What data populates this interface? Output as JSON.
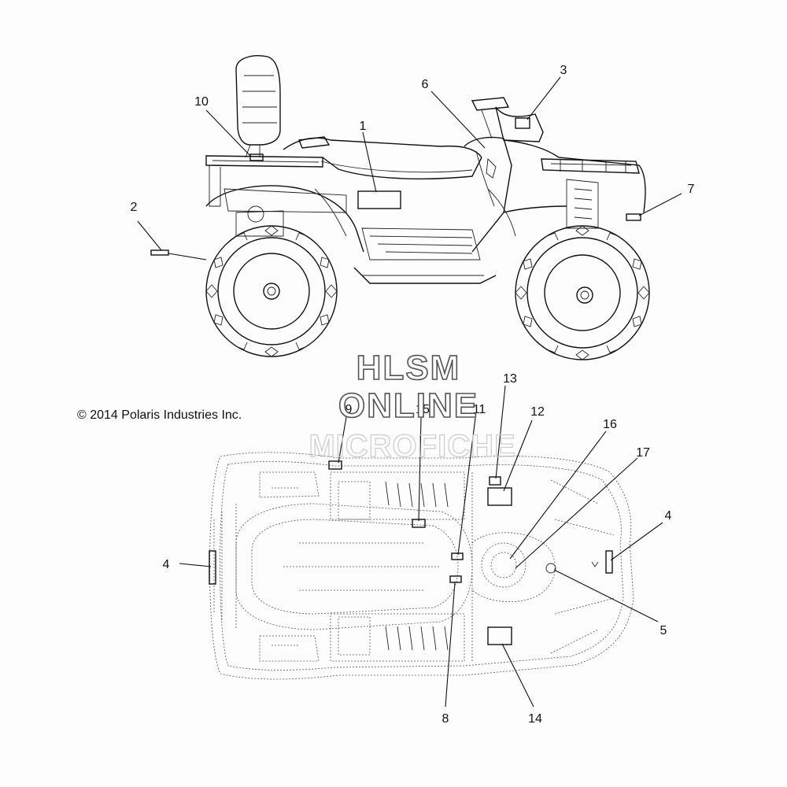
{
  "copyright": "© 2014 Polaris Industries Inc.",
  "watermark": {
    "line1": "HLSM",
    "line2": "ONLINE",
    "line3": "MICROFICHE"
  },
  "callouts": [
    {
      "id": "c1",
      "label": "1"
    },
    {
      "id": "c2",
      "label": "2"
    },
    {
      "id": "c3",
      "label": "3"
    },
    {
      "id": "c6",
      "label": "6"
    },
    {
      "id": "c7",
      "label": "7"
    },
    {
      "id": "c10",
      "label": "10"
    },
    {
      "id": "c9",
      "label": "9"
    },
    {
      "id": "c15",
      "label": "15"
    },
    {
      "id": "c11",
      "label": "11"
    },
    {
      "id": "c13",
      "label": "13"
    },
    {
      "id": "c12",
      "label": "12"
    },
    {
      "id": "c16",
      "label": "16"
    },
    {
      "id": "c17",
      "label": "17"
    },
    {
      "id": "c4a",
      "label": "4"
    },
    {
      "id": "c4b",
      "label": "4"
    },
    {
      "id": "c5",
      "label": "5"
    },
    {
      "id": "c8",
      "label": "8"
    },
    {
      "id": "c14",
      "label": "14"
    }
  ]
}
